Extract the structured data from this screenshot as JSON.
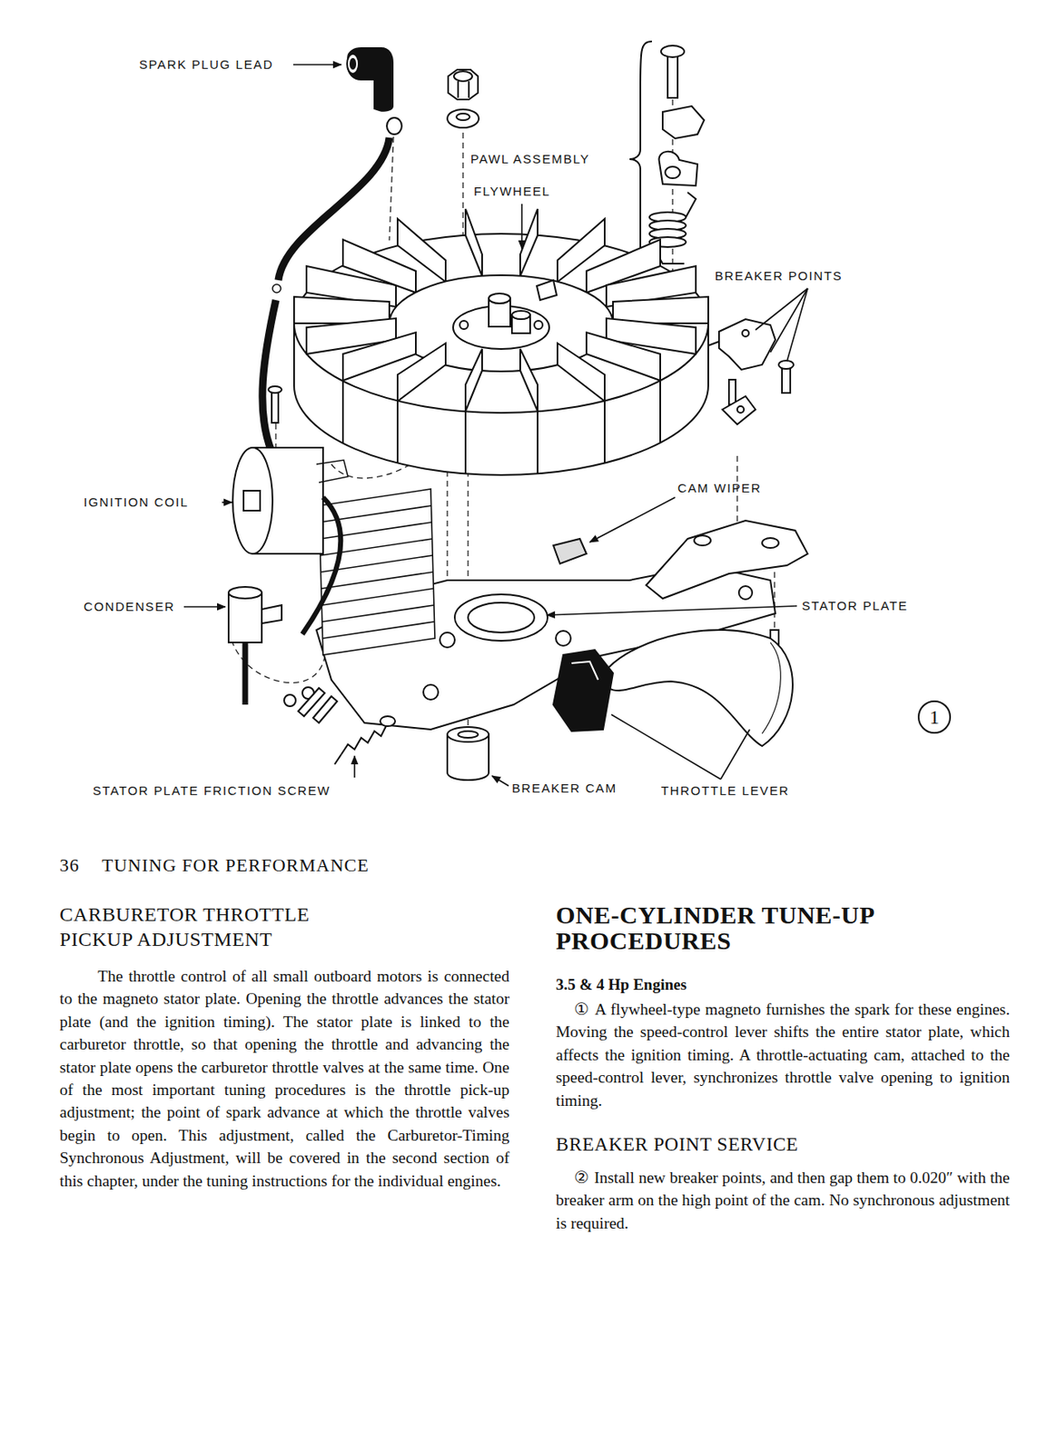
{
  "diagram": {
    "nodes": [
      {
        "text": [
          "1"
        ]
      }
    ],
    "labels": [
      "SPARK PLUG LEAD",
      "PAWL ASSEMBLY",
      "FLYWHEEL",
      "BREAKER POINTS",
      "IGNITION COIL",
      "CAM WIPER",
      "STATOR PLATE",
      "CONDENSER",
      "STATOR PLATE FRICTION SCREW",
      "BREAKER CAM",
      "THROTTLE LEVER",
      "36",
      "TUNING FOR PERFORMANCE",
      "CARBURETOR THROTTLE PICKUP ADJUSTMENT",
      "The throttle control of all small outboard motors is connected to the magneto stator plate. Opening the throttle advances the stator plate (and the ignition timing). The stator plate is linked to the carburetor throttle, so that opening the throttle and advancing the stator plate opens the carburetor throttle valves at the same time. One of the most important tuning procedures is the throttle pick-up adjustment; the point of spark advance at which the throttle valves begin to open. This adjustment, called the Carburetor-Timing Synchronous Adjustment, will be covered in the second section of this chapter, under the tuning instructions for the individual engines.",
      "ONE-CYLINDER TUNE-UP PROCEDURES",
      "3.5 & 4 Hp Engines",
      "①",
      "A flywheel-type magneto furnishes the spark for these engines. Moving the speed-control lever shifts the entire stator plate, which affects the ignition timing. A throttle-actuating cam, attached to the speed-control lever, synchronizes throttle valve opening to ignition timing.",
      "BREAKER POINT SERVICE",
      "②",
      "Install new breaker points, and then gap them to 0.020″ with the breaker arm on the high point of the cam. No synchronous adjustment is required."
    ]
  }
}
